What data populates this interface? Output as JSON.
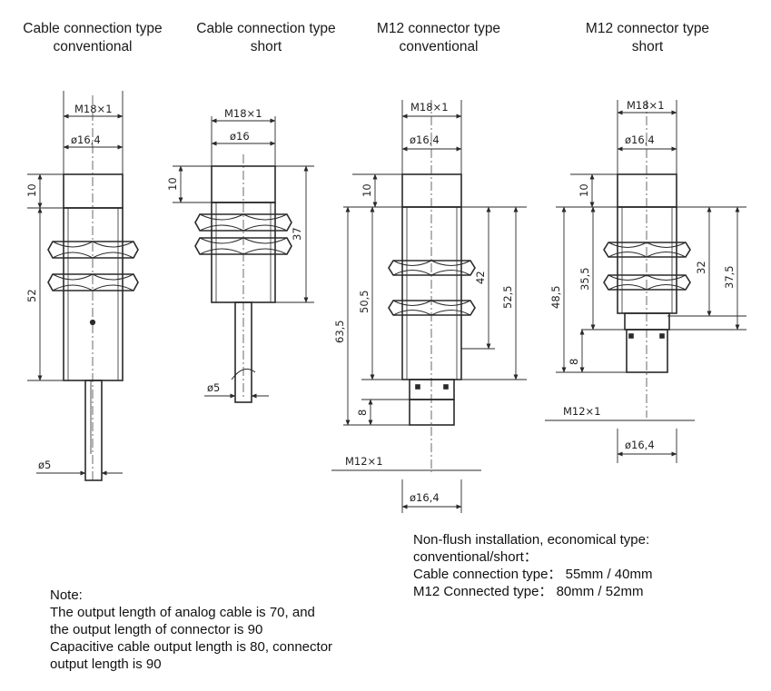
{
  "titles": [
    {
      "line1": "Cable connection type",
      "line2": "conventional"
    },
    {
      "line1": "Cable connection type",
      "line2": "short"
    },
    {
      "line1": "M12 connector type",
      "line2": "conventional"
    },
    {
      "line1": "M12 connector type",
      "line2": "short"
    }
  ],
  "dims": {
    "thread": "M18×1",
    "d164": "ø16,4",
    "d16": "ø16",
    "d5": "ø5",
    "m12": "M12×1",
    "v10": "10",
    "v52": "52",
    "v37": "37",
    "v63_5": "63,5",
    "v50_5": "50,5",
    "v42": "42",
    "v52_5": "52,5",
    "v8": "8",
    "v48_5": "48,5",
    "v35_5": "35,5",
    "v32": "32",
    "v37_5": "37,5"
  },
  "install_notes": {
    "line1": "Non-flush installation, economical type:",
    "line2": "conventional/short：",
    "line3": "Cable connection type：  55mm / 40mm",
    "line4": "M12 Connected type：   80mm / 52mm"
  },
  "note": {
    "heading": "Note:",
    "line1": "The output length of analog cable is 70, and",
    "line2": "the output length of connector is 90",
    "line3": "Capacitive cable output length is 80, connector",
    "line4": "output length is 90"
  },
  "colors": {
    "line": "#2a2a2a",
    "background": "#ffffff"
  }
}
